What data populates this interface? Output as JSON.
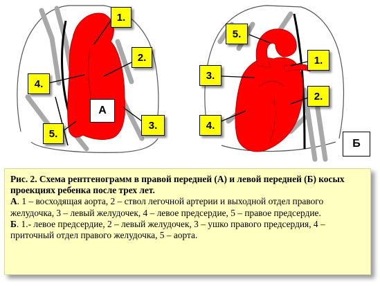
{
  "colors": {
    "heart": "#ff0000",
    "heart_dark": "#b00000",
    "callout": "#ffff00",
    "caption_bg": "#ffffc0",
    "lung_outline": "#333333",
    "rib": "#a0a0a0"
  },
  "panel_a": {
    "letter": "А",
    "labels": [
      "1.",
      "2.",
      "3.",
      "4.",
      "5."
    ]
  },
  "panel_b": {
    "letter": "Б",
    "labels": [
      "1.",
      "2.",
      "3.",
      "4.",
      "5."
    ]
  },
  "caption": {
    "title": "Рис. 2. Схема рентгенограмм в правой передней (А) и левой передней (Б) косых проекциях ребенка после трех лет.",
    "a_lead": "А",
    "a_text": ". 1 – восходящая аорта, 2 – ствол легочной артерии и выходной отдел правого желудочка, 3 – левый желудочек, 4 – левое предсердие, 5 – правое предсердие.",
    "b_lead": "Б",
    "b_text": ". 1.- левое предсердие, 2 – левый желудочек, 3 – ушко правого предсердия, 4 – приточный отдел правого желудочка, 5 – аорта."
  }
}
